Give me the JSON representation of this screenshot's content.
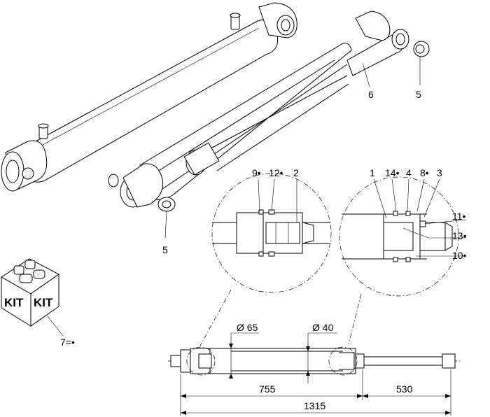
{
  "callouts": {
    "c6": "6",
    "c5_top": "5",
    "c5_bottom": "5",
    "c9": "9•",
    "c12": "12•",
    "c2": "2",
    "c1": "1",
    "c14": "14•",
    "c4": "4",
    "c8": "8•",
    "c3": "3",
    "c11": "11•",
    "c13": "13•",
    "c10": "10•",
    "kit_note": "7=•"
  },
  "kit": {
    "label_left": "KIT",
    "label_right": "KIT"
  },
  "dimensions": {
    "bore_diameter": "Ø 65",
    "rod_diameter": "Ø 40",
    "length_a": "755",
    "length_b": "530",
    "overall_length": "1315"
  }
}
